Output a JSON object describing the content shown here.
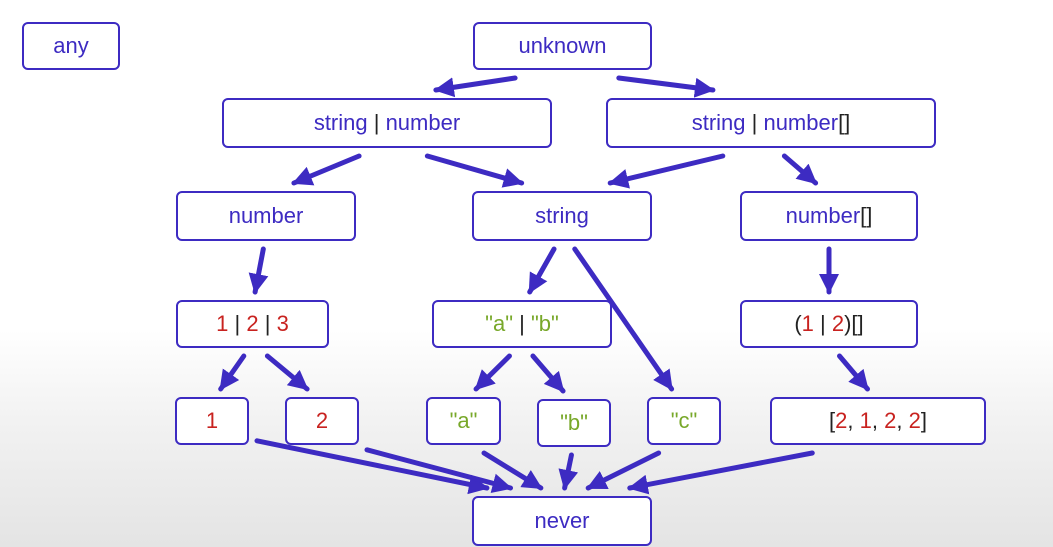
{
  "colors": {
    "box": "#3d2bc2",
    "text": "#3d2bc2",
    "number": "#c8221f",
    "string": "#78a82a",
    "plain": "#222222"
  },
  "nodes": {
    "any": {
      "parts": [
        {
          "t": "any",
          "c": "text"
        }
      ]
    },
    "unknown": {
      "parts": [
        {
          "t": "unknown",
          "c": "text"
        }
      ]
    },
    "string_or_number": {
      "parts": [
        {
          "t": "string ",
          "c": "text"
        },
        {
          "t": "|",
          "c": "plain"
        },
        {
          "t": " number",
          "c": "text"
        }
      ]
    },
    "string_or_numarr": {
      "parts": [
        {
          "t": "string ",
          "c": "text"
        },
        {
          "t": "|",
          "c": "plain"
        },
        {
          "t": " number",
          "c": "text"
        },
        {
          "t": "[]",
          "c": "plain"
        }
      ]
    },
    "number": {
      "parts": [
        {
          "t": "number",
          "c": "text"
        }
      ]
    },
    "string": {
      "parts": [
        {
          "t": "string",
          "c": "text"
        }
      ]
    },
    "number_array": {
      "parts": [
        {
          "t": "number",
          "c": "text"
        },
        {
          "t": "[]",
          "c": "plain"
        }
      ]
    },
    "lit_123": {
      "parts": [
        {
          "t": "1",
          "c": "number"
        },
        {
          "t": " | ",
          "c": "plain"
        },
        {
          "t": "2",
          "c": "number"
        },
        {
          "t": " | ",
          "c": "plain"
        },
        {
          "t": "3",
          "c": "number"
        }
      ]
    },
    "lit_ab": {
      "parts": [
        {
          "t": "\"a\"",
          "c": "string"
        },
        {
          "t": " | ",
          "c": "plain"
        },
        {
          "t": "\"b\"",
          "c": "string"
        }
      ]
    },
    "lit_12_arr": {
      "parts": [
        {
          "t": "(",
          "c": "plain"
        },
        {
          "t": "1",
          "c": "number"
        },
        {
          "t": " | ",
          "c": "plain"
        },
        {
          "t": "2",
          "c": "number"
        },
        {
          "t": ")[]",
          "c": "plain"
        }
      ]
    },
    "lit_1": {
      "parts": [
        {
          "t": "1",
          "c": "number"
        }
      ]
    },
    "lit_2": {
      "parts": [
        {
          "t": "2",
          "c": "number"
        }
      ]
    },
    "lit_a": {
      "parts": [
        {
          "t": "\"a\"",
          "c": "string"
        }
      ]
    },
    "lit_b": {
      "parts": [
        {
          "t": "\"b\"",
          "c": "string"
        }
      ]
    },
    "lit_c": {
      "parts": [
        {
          "t": "\"c\"",
          "c": "string"
        }
      ]
    },
    "lit_tuple": {
      "parts": [
        {
          "t": "[",
          "c": "plain"
        },
        {
          "t": "2",
          "c": "number"
        },
        {
          "t": ", ",
          "c": "plain"
        },
        {
          "t": "1",
          "c": "number"
        },
        {
          "t": ", ",
          "c": "plain"
        },
        {
          "t": "2",
          "c": "number"
        },
        {
          "t": ", ",
          "c": "plain"
        },
        {
          "t": "2",
          "c": "number"
        },
        {
          "t": "]",
          "c": "plain"
        }
      ]
    },
    "never": {
      "parts": [
        {
          "t": "never",
          "c": "text"
        }
      ]
    }
  },
  "edges": [
    [
      "unknown",
      "string_or_number"
    ],
    [
      "unknown",
      "string_or_numarr"
    ],
    [
      "string_or_number",
      "number"
    ],
    [
      "string_or_number",
      "string"
    ],
    [
      "string_or_numarr",
      "string"
    ],
    [
      "string_or_numarr",
      "number_array"
    ],
    [
      "number",
      "lit_123"
    ],
    [
      "string",
      "lit_ab"
    ],
    [
      "string",
      "lit_c"
    ],
    [
      "number_array",
      "lit_12_arr"
    ],
    [
      "lit_123",
      "lit_1"
    ],
    [
      "lit_123",
      "lit_2"
    ],
    [
      "lit_ab",
      "lit_a"
    ],
    [
      "lit_ab",
      "lit_b"
    ],
    [
      "lit_12_arr",
      "lit_tuple"
    ],
    [
      "lit_1",
      "never"
    ],
    [
      "lit_2",
      "never"
    ],
    [
      "lit_a",
      "never"
    ],
    [
      "lit_b",
      "never"
    ],
    [
      "lit_c",
      "never"
    ],
    [
      "lit_tuple",
      "never"
    ]
  ]
}
